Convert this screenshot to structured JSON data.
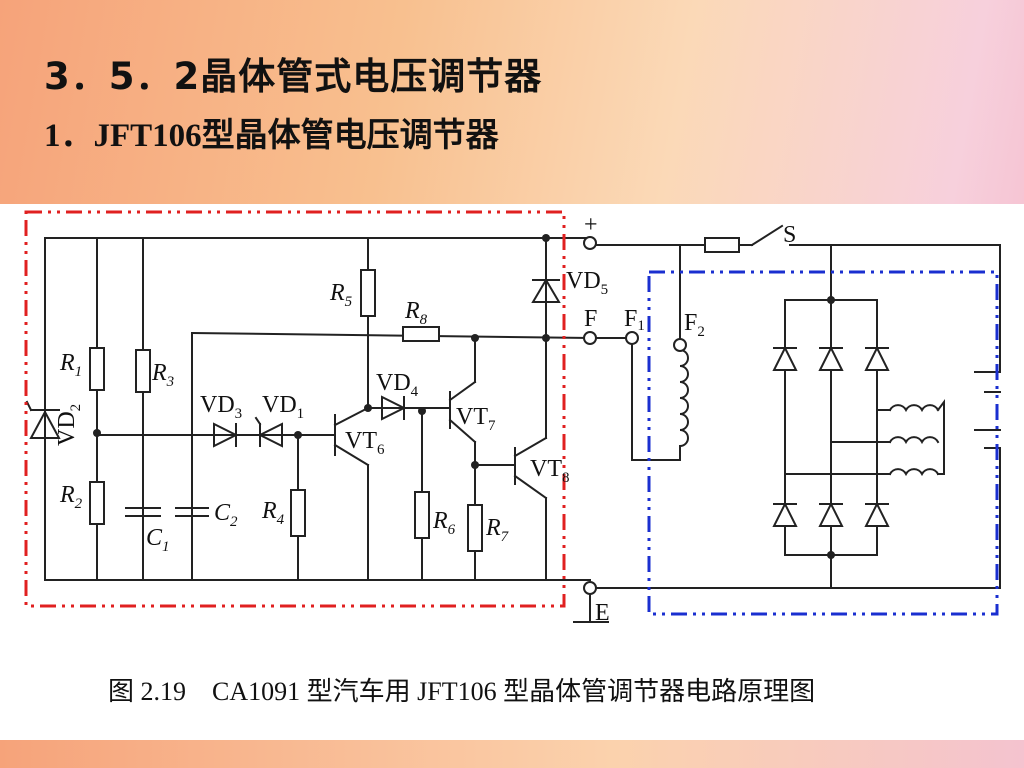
{
  "slide": {
    "title": "3．5．2晶体管式电压调节器",
    "subtitle": "1．JFT106型晶体管电压调节器"
  },
  "diagram": {
    "caption": "图 2.19　CA1091 型汽车用 JFT106 型晶体管调节器电路原理图",
    "terminals": {
      "plus": "+",
      "switch": "S",
      "field": "F",
      "field1": "F",
      "field1_sub": "1",
      "field2": "F",
      "field2_sub": "2",
      "earth": "E"
    },
    "components": {
      "r1": "R",
      "r1_sub": "1",
      "r2": "R",
      "r2_sub": "2",
      "r3": "R",
      "r3_sub": "3",
      "r4": "R",
      "r4_sub": "4",
      "r5": "R",
      "r5_sub": "5",
      "r6": "R",
      "r6_sub": "6",
      "r7": "R",
      "r7_sub": "7",
      "r8": "R",
      "r8_sub": "8",
      "c1": "C",
      "c1_sub": "1",
      "c2": "C",
      "c2_sub": "2",
      "vd1": "VD",
      "vd1_sub": "1",
      "vd2": "VD",
      "vd2_sub": "2",
      "vd3": "VD",
      "vd3_sub": "3",
      "vd4": "VD",
      "vd4_sub": "4",
      "vd5": "VD",
      "vd5_sub": "5",
      "vt6": "VT",
      "vt6_sub": "6",
      "vt7": "VT",
      "vt7_sub": "7",
      "vt8": "VT",
      "vt8_sub": "8"
    },
    "colors": {
      "regulator_box": "#e02020",
      "generator_box": "#1a2fd0",
      "wire": "#222222"
    }
  }
}
